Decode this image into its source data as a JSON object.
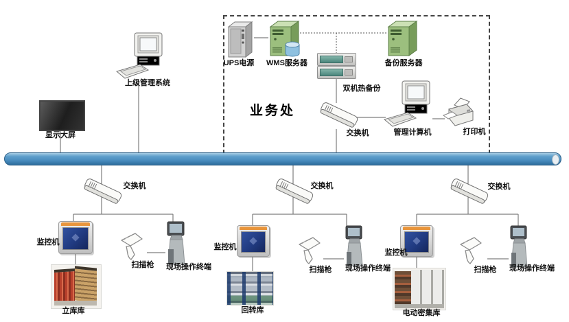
{
  "office": {
    "label": "业务处",
    "ups": "UPS电源",
    "wms_server": "WMS服务器",
    "backup_server": "备份服务器",
    "hot_standby": "双机热备份",
    "switch": "交换机",
    "computer": "管理计算机",
    "printer": "打印机"
  },
  "hq": {
    "upper_system": "上级管理系统",
    "display_wall": "显示大屏"
  },
  "branches": [
    {
      "switch": "交换机",
      "monitor": "监控机",
      "scanner": "扫描枪",
      "terminal": "现场操作终端",
      "storage": "立库库"
    },
    {
      "switch": "交换机",
      "monitor": "监控机",
      "scanner": "扫描枪",
      "terminal": "现场操作终端",
      "storage": "回转库"
    },
    {
      "switch": "交换机",
      "monitor": "监控机",
      "scanner": "扫描枪",
      "terminal": "现场操作终端",
      "storage": "电动密集库"
    }
  ],
  "colors": {
    "bus": "#478abc",
    "server_green": "#9cbf7e",
    "rack_teal": "#5e978e",
    "monitor_orange": "#e8953c",
    "monitor_screen": "#203a80"
  }
}
